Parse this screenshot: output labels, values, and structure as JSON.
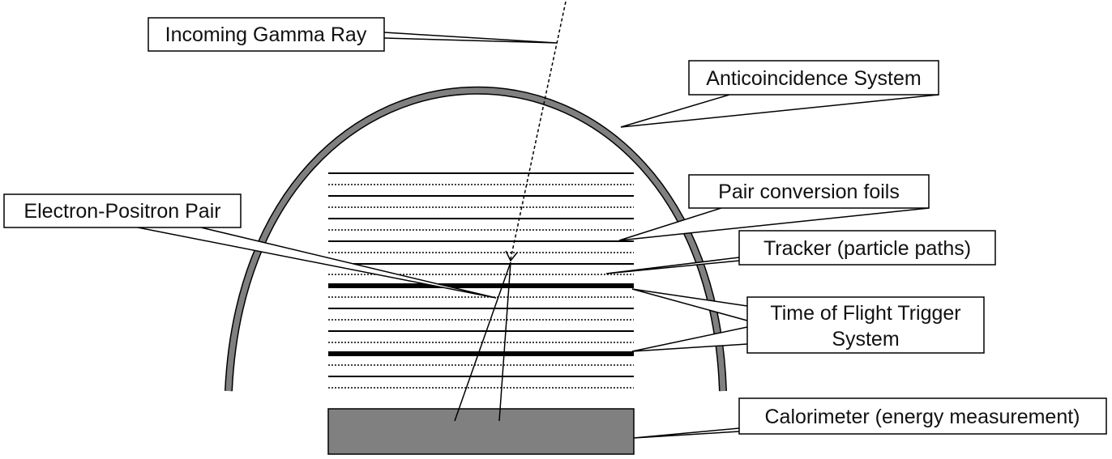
{
  "labels": {
    "incoming_gamma_ray": "Incoming Gamma Ray",
    "anticoincidence_system": "Anticoincidence System",
    "pair_conversion_foils": "Pair conversion foils",
    "electron_positron_pair": "Electron-Positron Pair",
    "tracker": "Tracker (particle paths)",
    "time_of_flight_line1": "Time of Flight Trigger",
    "time_of_flight_line2": "System",
    "calorimeter": "Calorimeter (energy measurement)"
  },
  "colors": {
    "structure_fill": "#808080",
    "line": "#000000",
    "label_border": "#000000"
  }
}
